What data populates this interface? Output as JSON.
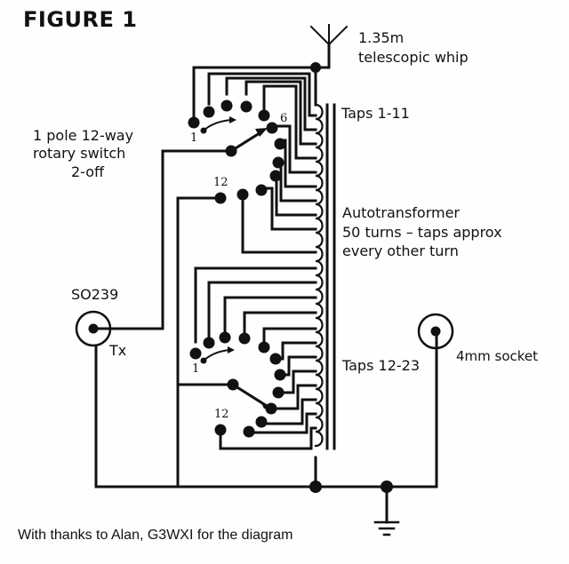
{
  "title": "FIGURE 1",
  "labels": {
    "whip_line1": "1.35m",
    "whip_line2": "telescopic whip",
    "taps_top": "Taps 1-11",
    "switch_line1": "1 pole  12-way",
    "switch_line2": "rotary switch",
    "switch_line3": "2-off",
    "auto_line1": "Autotransformer",
    "auto_line2": "50 turns – taps approx",
    "auto_line3": "every other turn",
    "so239": "SO239",
    "tx": "Tx",
    "socket_4mm": "4mm socket",
    "taps_bottom": "Taps 12-23",
    "sw1_pos_first": "1",
    "sw1_pos_six": "6",
    "sw1_pos_last": "12",
    "sw2_pos_first": "1",
    "sw2_pos_last": "12"
  },
  "credit": "With thanks to Alan, G3WXI for the diagram",
  "components": {
    "antenna": "telescopic-whip",
    "coil_turns": 50,
    "switches": 2,
    "switch_ways": 12,
    "connectors": [
      "SO239",
      "4mm socket"
    ],
    "ground": "earth-symbol"
  },
  "colors": {
    "ink": "#111111",
    "background": "#fefefe"
  }
}
